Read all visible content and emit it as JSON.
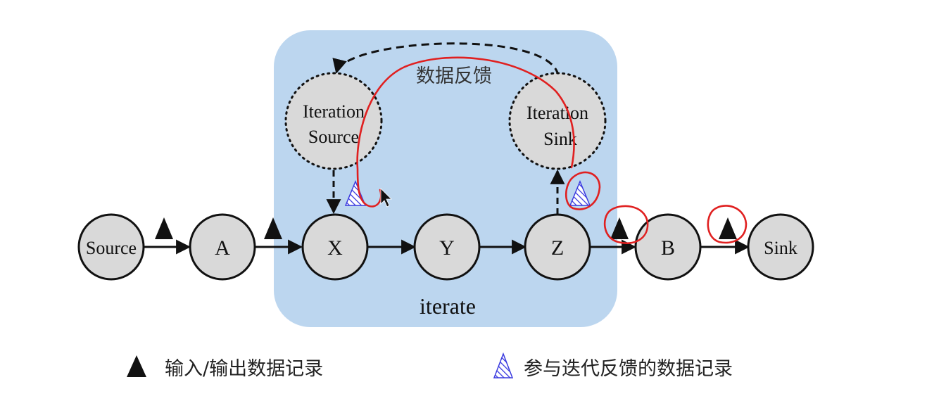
{
  "diagram": {
    "nodes": {
      "source": "Source",
      "a": "A",
      "x": "X",
      "y": "Y",
      "z": "Z",
      "b": "B",
      "sink": "Sink"
    },
    "iteration_source": {
      "line1": "Iteration",
      "line2": "Source"
    },
    "iteration_sink": {
      "line1": "Iteration",
      "line2": "Sink"
    },
    "feedback_label": "数据反馈",
    "region_label": "iterate"
  },
  "legend": {
    "io_record": "输入/输出数据记录",
    "feedback_record": "参与迭代反馈的数据记录"
  },
  "colors": {
    "region_fill": "#bcd6ef",
    "node_fill": "#d9d9d9",
    "hatch": "#3a3adf",
    "annotation": "#e02020"
  }
}
